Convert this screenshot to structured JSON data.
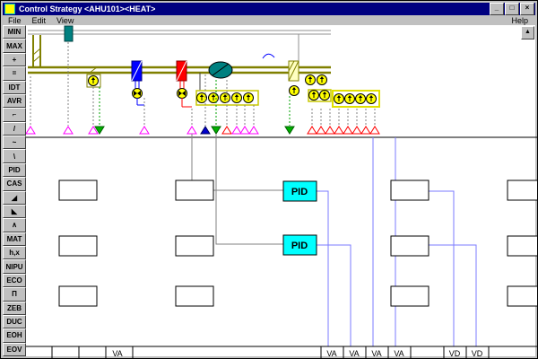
{
  "window": {
    "title": "Control Strategy <AHU101><HEAT>",
    "controls": {
      "minimize": "_",
      "maximize": "□",
      "close": "×"
    }
  },
  "menu": {
    "left": [
      {
        "label": "File"
      },
      {
        "label": "Edit"
      },
      {
        "label": "View"
      }
    ],
    "right": [
      {
        "label": "Help"
      }
    ]
  },
  "toolbar": {
    "buttons": [
      {
        "label": "MIN"
      },
      {
        "label": "MAX"
      },
      {
        "label": "+"
      },
      {
        "label": "="
      },
      {
        "label": "IDT"
      },
      {
        "label": "AVR"
      },
      {
        "label": "⌐"
      },
      {
        "label": "/"
      },
      {
        "label": "~"
      },
      {
        "label": "\\"
      },
      {
        "label": "PID"
      },
      {
        "label": "CAS"
      },
      {
        "label": "◢"
      },
      {
        "label": "◣"
      },
      {
        "label": "∧"
      },
      {
        "label": "MAT"
      },
      {
        "label": "h,x"
      },
      {
        "label": "NIPU"
      },
      {
        "label": "ECO"
      },
      {
        "label": "Π"
      },
      {
        "label": "ZEB"
      },
      {
        "label": "DUC"
      },
      {
        "label": "EOH"
      },
      {
        "label": "EOV"
      }
    ]
  },
  "scrollbar": {
    "up": "▲"
  },
  "schematic": {
    "pid_blocks": [
      {
        "label": "PID"
      },
      {
        "label": "PID"
      }
    ]
  },
  "bottom_bar": {
    "cells": [
      {
        "label": "VA"
      },
      {
        "label": "VA"
      },
      {
        "label": "VA"
      },
      {
        "label": "VA"
      },
      {
        "label": "VA"
      },
      {
        "label": "VD"
      },
      {
        "label": "VD"
      }
    ]
  },
  "colors": {
    "titlebar": "#000080",
    "duct": "#808000",
    "cooling_coil": "#0000ff",
    "heating_coil": "#ff0000",
    "fan": "#008080",
    "sensor": "#ffff00",
    "pid_block": "#00ffff",
    "wire": "#7b7bff",
    "triangle_magenta": "#ff00ff",
    "triangle_green": "#00b000",
    "triangle_red": "#ff0000",
    "triangle_blue": "#0000cc"
  }
}
